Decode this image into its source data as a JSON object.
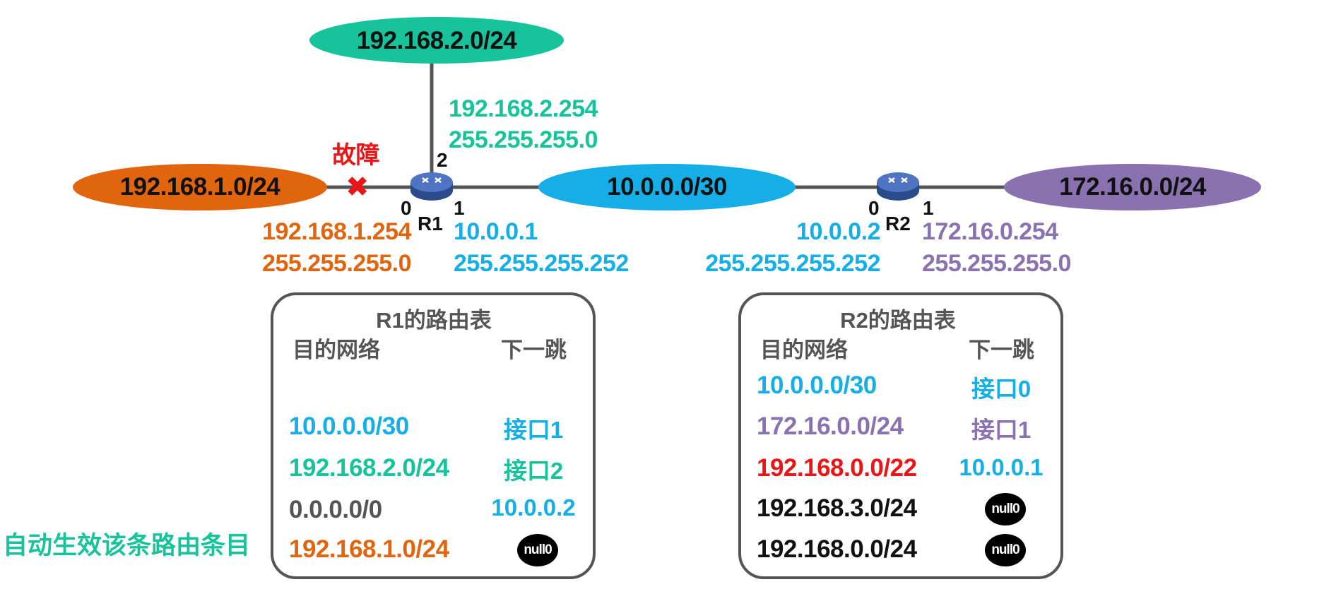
{
  "colors": {
    "orange": "#e0650e",
    "teal": "#17c39a",
    "blue": "#15aee6",
    "purple": "#8a72b0",
    "red": "#e81616",
    "black": "#111111",
    "gray": "#555555",
    "router": "#3b5aa3"
  },
  "networks": {
    "net_192_168_2": "192.168.2.0/24",
    "net_192_168_1": "192.168.1.0/24",
    "net_10": "10.0.0.0/30",
    "net_172": "172.16.0.0/24"
  },
  "routers": {
    "r1": {
      "name": "R1",
      "if0": "0",
      "if1": "1",
      "if2": "2"
    },
    "r2": {
      "name": "R2",
      "if0": "0",
      "if1": "1"
    }
  },
  "interfaces": {
    "r1_if2": {
      "ip": "192.168.2.254",
      "mask": "255.255.255.0"
    },
    "r1_if0": {
      "ip": "192.168.1.254",
      "mask": "255.255.255.0"
    },
    "r1_if1": {
      "ip": "10.0.0.1",
      "mask": "255.255.255.252"
    },
    "r2_if0": {
      "ip": "10.0.0.2",
      "mask": "255.255.255.252"
    },
    "r2_if1": {
      "ip": "172.16.0.254",
      "mask": "255.255.255.0"
    }
  },
  "fault": {
    "label": "故障",
    "mark": "✖"
  },
  "r1_table": {
    "title": "R1的路由表",
    "col_dest": "目的网络",
    "col_hop": "下一跳",
    "rows": [
      {
        "dest": "10.0.0.0/30",
        "hop": "接口1"
      },
      {
        "dest": "192.168.2.0/24",
        "hop": "接口2"
      },
      {
        "dest": "0.0.0.0/0",
        "hop": "10.0.0.2"
      },
      {
        "dest": "192.168.1.0/24",
        "hop": "null0"
      }
    ]
  },
  "r2_table": {
    "title": "R2的路由表",
    "col_dest": "目的网络",
    "col_hop": "下一跳",
    "rows": [
      {
        "dest": "10.0.0.0/30",
        "hop": "接口0"
      },
      {
        "dest": "172.16.0.0/24",
        "hop": "接口1"
      },
      {
        "dest": "192.168.0.0/22",
        "hop": "10.0.0.1"
      },
      {
        "dest": "192.168.3.0/24",
        "hop": "null0"
      },
      {
        "dest": "192.168.0.0/24",
        "hop": "null0"
      }
    ]
  },
  "caption": "自动生效该条路由条目"
}
